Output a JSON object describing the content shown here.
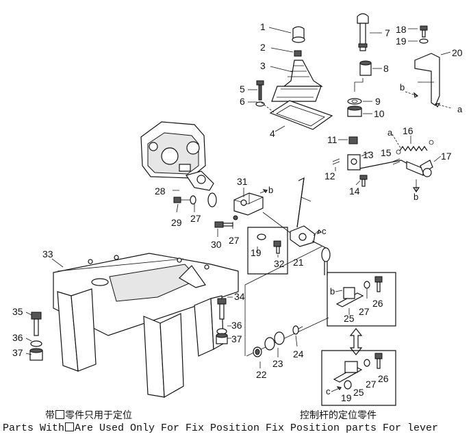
{
  "callouts": [
    {
      "id": "1",
      "label": "1"
    },
    {
      "id": "2",
      "label": "2"
    },
    {
      "id": "3",
      "label": "3"
    },
    {
      "id": "4",
      "label": "4"
    },
    {
      "id": "5",
      "label": "5"
    },
    {
      "id": "6",
      "label": "6"
    },
    {
      "id": "7",
      "label": "7"
    },
    {
      "id": "8",
      "label": "8"
    },
    {
      "id": "9",
      "label": "9"
    },
    {
      "id": "10",
      "label": "10"
    },
    {
      "id": "11",
      "label": "11"
    },
    {
      "id": "12",
      "label": "12"
    },
    {
      "id": "13",
      "label": "13"
    },
    {
      "id": "14",
      "label": "14"
    },
    {
      "id": "15",
      "label": "15"
    },
    {
      "id": "16",
      "label": "16"
    },
    {
      "id": "17",
      "label": "17"
    },
    {
      "id": "18",
      "label": "18"
    },
    {
      "id": "19a",
      "label": "19"
    },
    {
      "id": "20",
      "label": "20"
    },
    {
      "id": "21",
      "label": "21"
    },
    {
      "id": "22",
      "label": "22"
    },
    {
      "id": "23",
      "label": "23"
    },
    {
      "id": "24",
      "label": "24"
    },
    {
      "id": "25a",
      "label": "25"
    },
    {
      "id": "26a",
      "label": "26"
    },
    {
      "id": "27a",
      "label": "27"
    },
    {
      "id": "27b",
      "label": "27"
    },
    {
      "id": "27c",
      "label": "27"
    },
    {
      "id": "28",
      "label": "28"
    },
    {
      "id": "29",
      "label": "29"
    },
    {
      "id": "30",
      "label": "30"
    },
    {
      "id": "31",
      "label": "31"
    },
    {
      "id": "32",
      "label": "32"
    },
    {
      "id": "33",
      "label": "33"
    },
    {
      "id": "34",
      "label": "34"
    },
    {
      "id": "35",
      "label": "35"
    },
    {
      "id": "36a",
      "label": "36"
    },
    {
      "id": "36b",
      "label": "36"
    },
    {
      "id": "37a",
      "label": "37"
    },
    {
      "id": "37b",
      "label": "37"
    },
    {
      "id": "19b",
      "label": "19"
    },
    {
      "id": "19c",
      "label": "19"
    },
    {
      "id": "25b",
      "label": "25"
    },
    {
      "id": "26b",
      "label": "26"
    },
    {
      "id": "27d",
      "label": "27"
    }
  ],
  "refs": [
    {
      "id": "a1",
      "label": "a"
    },
    {
      "id": "a2",
      "label": "a"
    },
    {
      "id": "b1",
      "label": "b"
    },
    {
      "id": "b2",
      "label": "b"
    },
    {
      "id": "b3",
      "label": "b"
    },
    {
      "id": "b4",
      "label": "b"
    },
    {
      "id": "c1",
      "label": "c"
    },
    {
      "id": "c2",
      "label": "c"
    }
  ],
  "captions": {
    "left_cn_prefix": "带",
    "left_cn_suffix": "零件只用于定位",
    "left_en_prefix": "Parts With",
    "left_en_suffix": "Are Used Only For Fix Position",
    "right_cn": "控制杆的定位零件",
    "right_en": "Fix Position parts For lever"
  }
}
